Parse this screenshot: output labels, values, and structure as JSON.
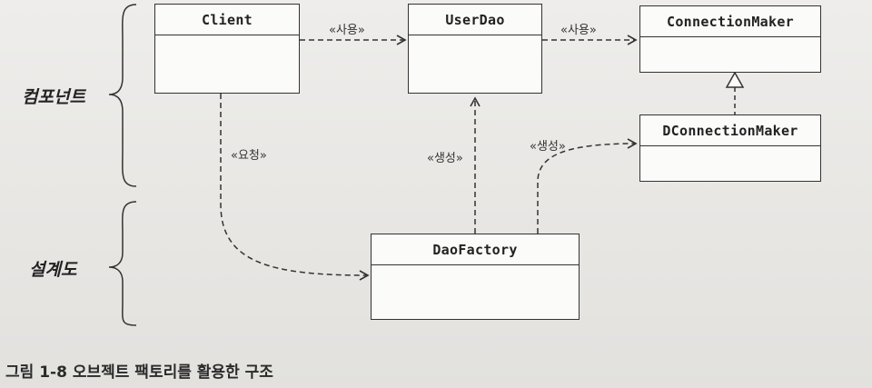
{
  "classes": {
    "client": "Client",
    "userdao": "UserDao",
    "connectionmaker": "ConnectionMaker",
    "dconnectionmaker": "DConnectionMaker",
    "daofactory": "DaoFactory"
  },
  "relations": {
    "client_to_userdao": "«사용»",
    "userdao_to_connectionmaker": "«사용»",
    "client_to_daofactory": "«요청»",
    "daofactory_to_userdao": "«생성»",
    "daofactory_to_dconnectionmaker": "«생성»"
  },
  "groups": {
    "component": "컴포넌트",
    "design": "설계도"
  },
  "caption": "그림 1-8 오브젝트 팩토리를 활용한 구조"
}
